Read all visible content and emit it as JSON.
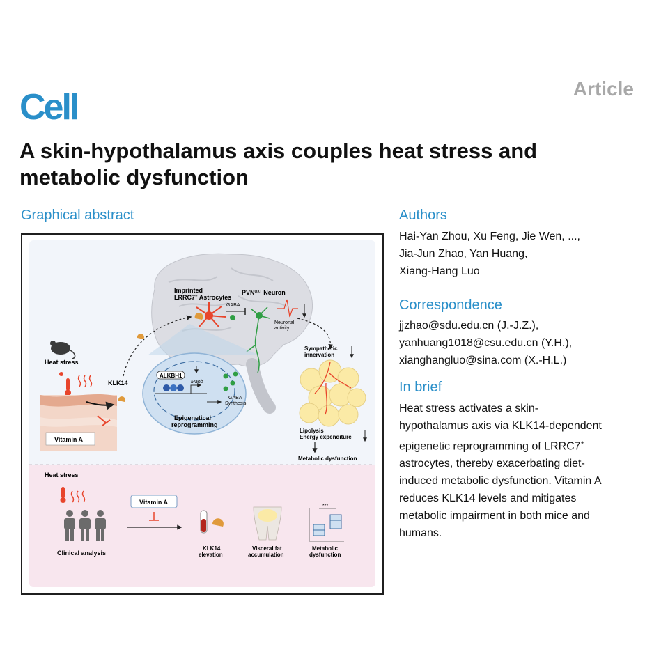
{
  "header": {
    "journal": "Cell",
    "article_type": "Article"
  },
  "title": "A skin-hypothalamus axis couples heat stress and metabolic dysfunction",
  "graphical_abstract": {
    "heading": "Graphical abstract",
    "labels": {
      "imprinted_1": "Imprinted",
      "imprinted_2": "LRRC7",
      "imprinted_sup": "+",
      "imprinted_3": " Astrocytes",
      "pvn": "PVN",
      "pvn_sup": "OXT",
      "pvn_rest": " Neuron",
      "gaba_top": "GABA",
      "neuronal_1": "Neuronal",
      "neuronal_2": "activity",
      "heat_stress_top": "Heat stress",
      "klk14_top": "KLK14",
      "alkbh1": "ALKBH1",
      "maob": "Maob",
      "gaba_synth_1": "GABA",
      "gaba_synth_2": "Synthesis",
      "epi_1": "Epigenetical",
      "epi_2": "reprogramming",
      "sympathetic_1": "Sympathetic",
      "sympathetic_2": "innervation",
      "lipolysis": "Lipolysis",
      "energy": "Energy expenditure",
      "metabolic_top": "Metabolic dysfunction",
      "vitamin_a_top": "Vitamin A",
      "heat_stress_bottom": "Heat stress",
      "vitamin_a_bottom": "Vitamin A",
      "clinical": "Clinical analysis",
      "klk14_elev_1": "KLK14",
      "klk14_elev_2": "elevation",
      "visceral_1": "Visceral fat",
      "visceral_2": "accumulation",
      "metabolic_b1": "Metabolic",
      "metabolic_b2": "dysfunction",
      "sig": "***"
    }
  },
  "authors": {
    "heading": "Authors",
    "lines": [
      "Hai-Yan Zhou, Xu Feng, Jie Wen, ...,",
      "Jia-Jun Zhao, Yan Huang,",
      "Xiang-Hang Luo"
    ]
  },
  "correspondence": {
    "heading": "Correspondence",
    "lines": [
      "jjzhao@sdu.edu.cn (J.-J.Z.),",
      "yanhuang1018@csu.edu.cn (Y.H.),",
      "xianghangluo@sina.com (X.-H.L.)"
    ]
  },
  "in_brief": {
    "heading": "In brief",
    "lines": [
      "Heat stress activates a skin-",
      "hypothalamus axis via KLK14-dependent",
      "epigenetic reprogramming of LRRC7",
      "astrocytes, thereby exacerbating diet-",
      "induced metabolic dysfunction. Vitamin A",
      "reduces KLK14 levels and mitigates",
      "metabolic impairment in both mice and",
      "humans."
    ],
    "sup": "+"
  },
  "colors": {
    "accent": "#2a8fc9",
    "article_gray": "#a8a8a8",
    "bottom_panel": "#f8e6ee",
    "brain": "#dcdde3",
    "fat": "#fbeaa6"
  }
}
